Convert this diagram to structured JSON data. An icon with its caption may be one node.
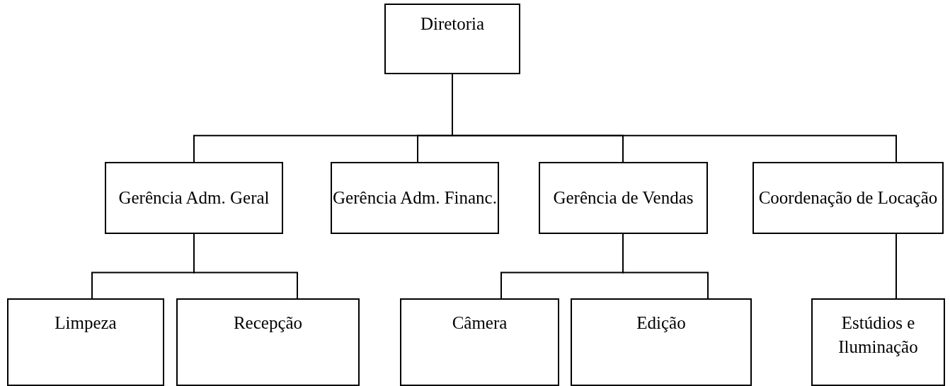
{
  "diagram": {
    "nodes": [
      {
        "text": [
          "Diretoria"
        ]
      },
      {
        "text": [
          "Gerência Adm. Geral"
        ]
      },
      {
        "text": [
          "Gerência Adm. Financ."
        ]
      },
      {
        "text": [
          "Gerência de Vendas"
        ]
      },
      {
        "text": [
          "Coordenação de Locação"
        ]
      },
      {
        "text": [
          "Limpeza"
        ]
      },
      {
        "text": [
          "Recepção"
        ]
      },
      {
        "text": [
          "Câmera"
        ]
      },
      {
        "text": [
          "Edição"
        ]
      },
      {
        "text": [
          "Estúdios e Iluminação"
        ]
      }
    ],
    "edges": [
      {
        "from": 0,
        "to": 1,
        "arrow": "none"
      },
      {
        "from": 0,
        "to": 2,
        "arrow": "none"
      },
      {
        "from": 0,
        "to": 3,
        "arrow": "none"
      },
      {
        "from": 0,
        "to": 4,
        "arrow": "none"
      },
      {
        "from": 1,
        "to": 5,
        "arrow": "none"
      },
      {
        "from": 1,
        "to": 6,
        "arrow": "none"
      },
      {
        "from": 3,
        "to": 7,
        "arrow": "none"
      },
      {
        "from": 3,
        "to": 8,
        "arrow": "none"
      },
      {
        "from": 4,
        "to": 9,
        "arrow": "none"
      }
    ]
  }
}
